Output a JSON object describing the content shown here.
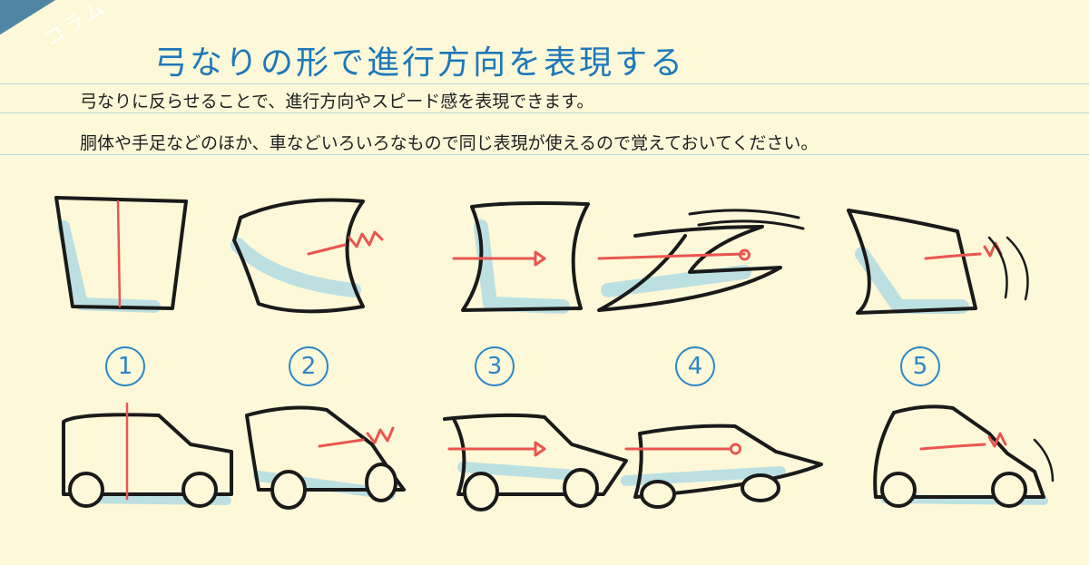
{
  "banner": {
    "label": "コラム",
    "color": "#4f86a4"
  },
  "title": {
    "text": "弓なりの形で進行方向を表現する",
    "color": "#1e78b9"
  },
  "description": {
    "line1": "弓なりに反らせることで、進行方向やスピード感を表現できます。",
    "line2": "胴体や手足などのほか、車などいろいろなもので同じ表現が使えるので覚えておいてください。"
  },
  "steps": [
    {
      "label": "1"
    },
    {
      "label": "2"
    },
    {
      "label": "3"
    },
    {
      "label": "4"
    },
    {
      "label": "5"
    }
  ],
  "colors": {
    "line": "#1a1a1a",
    "accent": "#e8564f",
    "shadow": "#b5dde2",
    "number": "#2a86c8"
  }
}
